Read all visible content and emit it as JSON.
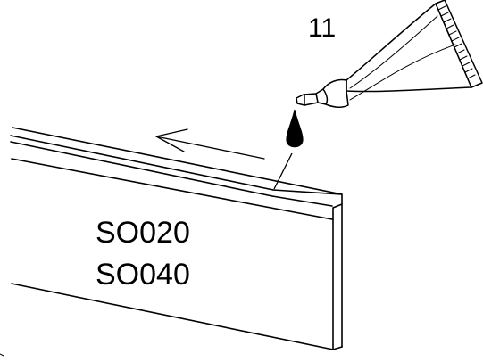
{
  "step_number": "11",
  "part_codes": [
    "SO020",
    "SO040"
  ],
  "icons": {
    "tube": "glue-tube-icon",
    "drop": "glue-drop-icon",
    "arrow": "direction-arrow-icon"
  },
  "colors": {
    "line": "#000000",
    "background": "#ffffff"
  }
}
